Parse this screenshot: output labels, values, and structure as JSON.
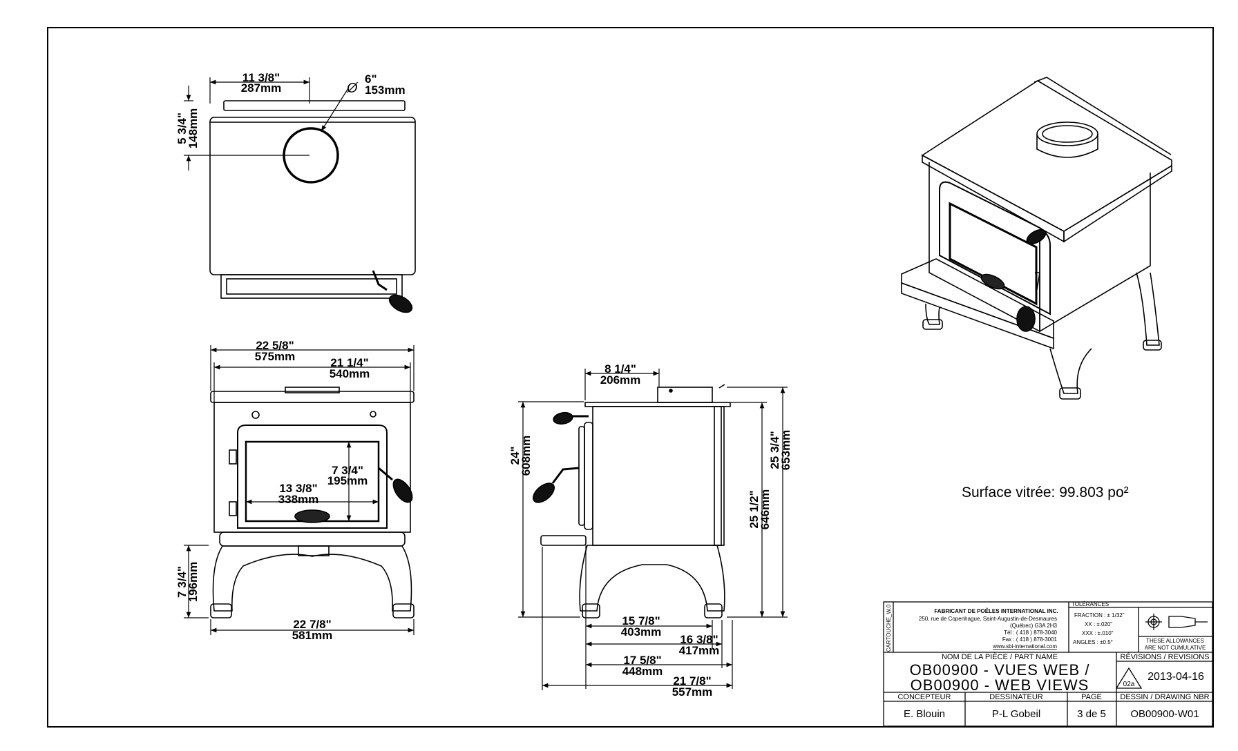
{
  "top_view": {
    "width_in": "11 3/8\"",
    "width_mm": "287mm",
    "depth_in": "5 3/4\"",
    "depth_mm": "148mm",
    "diameter_symbol": "Ø",
    "flue_in": "6\"",
    "flue_mm": "153mm"
  },
  "front_view": {
    "top_width_in": "22 5/8\"",
    "top_width_mm": "575mm",
    "body_width_in": "21 1/4\"",
    "body_width_mm": "540mm",
    "glass_h_in": "7 3/4\"",
    "glass_h_mm": "195mm",
    "glass_w_in": "13 3/8\"",
    "glass_w_mm": "338mm",
    "leg_h_in": "7 3/4\"",
    "leg_h_mm": "196mm",
    "base_width_in": "22 7/8\"",
    "base_width_mm": "581mm"
  },
  "side_view": {
    "flue_setback_in": "8 1/4\"",
    "flue_setback_mm": "206mm",
    "handle_h_in": "24\"",
    "handle_h_mm": "608mm",
    "total_h_in": "25 3/4\"",
    "total_h_mm": "653mm",
    "top_h_in": "25 1/2\"",
    "top_h_mm": "646mm",
    "d1_in": "15 7/8\"",
    "d1_mm": "403mm",
    "d2_in": "16 3/8\"",
    "d2_mm": "417mm",
    "d3_in": "17 5/8\"",
    "d3_mm": "448mm",
    "d4_in": "21 7/8\"",
    "d4_mm": "557mm"
  },
  "glass_area": "Surface vitrée: 99.803 po²",
  "title_block": {
    "side_tab": "CARTOUCHE_W.0",
    "company": "FABRICANT DE POÊLES INTERNATIONAL INC.",
    "address1": "250, rue de Copenhague, Saint-Augustin-de-Desmaures",
    "address2": "(Québec) G3A 2H3",
    "tel": "Tél : ( 418 ) 878-3040",
    "fax": "Fax : ( 418 ) 878-3001",
    "web": "www.sbi-international.com",
    "tolerances_label": "TOLÉRANCES",
    "tol_fraction": "FRACTION : ± 1/32\"",
    "tol_xx": "XX :   ±.020\"",
    "tol_xxx": "XXX :   ±.010\"",
    "tol_angles": "ANGLES :  ±0.5°",
    "allowance1": "THESE ALLOWANCES",
    "allowance2": "ARE NOT CUMULATIVE",
    "part_name_label": "NOM DE LA PIÈCE / PART NAME",
    "part_name_1": "OB00900 - VUES WEB /",
    "part_name_2": "OB00900 - WEB VIEWS",
    "revisions_label": "RÉVISIONS / REVISIONS",
    "revision_code": "02a",
    "revision_date": "2013-04-16",
    "designer_label": "CONCEPTEUR",
    "designer": "E. Blouin",
    "drafter_label": "DESSINATEUR",
    "drafter": "P-L Gobeil",
    "page_label": "PAGE",
    "page": "3 de 5",
    "drawing_label": "DESSIN / DRAWING NBR",
    "drawing_number": "OB00900-W01"
  }
}
